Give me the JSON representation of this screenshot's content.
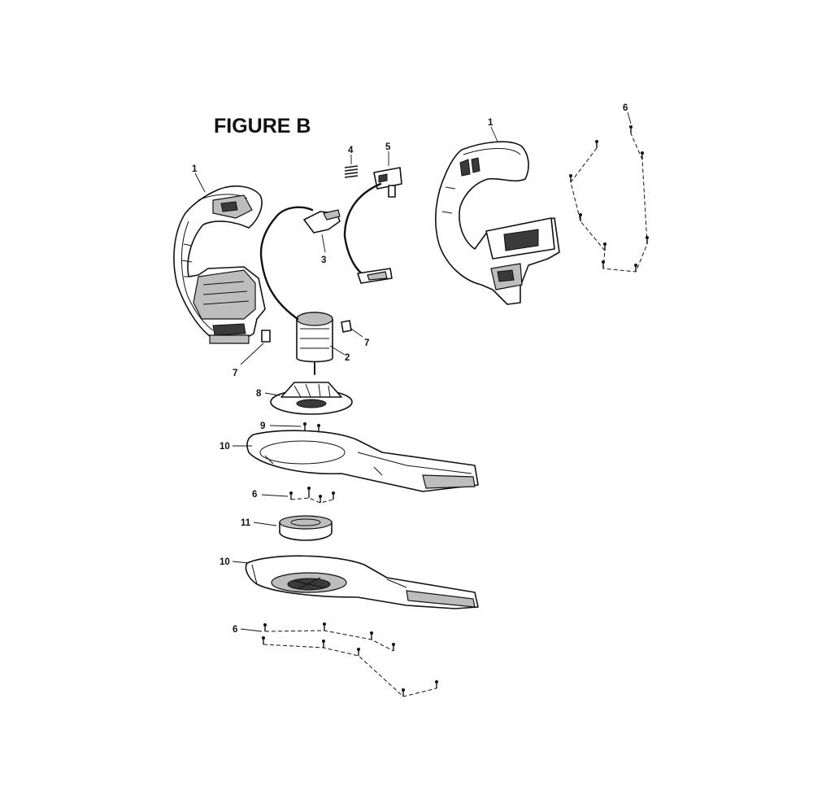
{
  "figure_title": "FIGURE B",
  "callouts": {
    "c1_left": "1",
    "c1_right": "1",
    "c2": "2",
    "c3": "3",
    "c4": "4",
    "c5": "5",
    "c6_top": "6",
    "c6_mid": "6",
    "c6_bottom": "6",
    "c7_left": "7",
    "c7_right": "7",
    "c8": "8",
    "c9": "9",
    "c10_top": "10",
    "c10_bottom": "10",
    "c11": "11"
  }
}
